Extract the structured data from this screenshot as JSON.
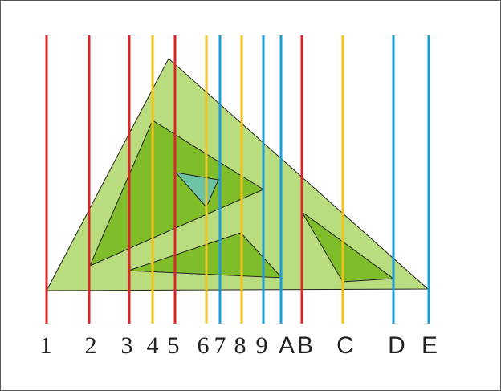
{
  "colors": {
    "outer_fill": "#b8dc7e",
    "inner_fill": "#7fbd2a",
    "center_fill": "#6cc4a4",
    "stroke": "#222222",
    "line_red": "#d9262b",
    "line_yellow": "#f2c21a",
    "line_blue": "#1e9ad6"
  },
  "lines": [
    {
      "label": "1",
      "color": "red",
      "font": "serif"
    },
    {
      "label": "2",
      "color": "red",
      "font": "serif"
    },
    {
      "label": "3",
      "color": "red",
      "font": "serif"
    },
    {
      "label": "4",
      "color": "yellow",
      "font": "serif"
    },
    {
      "label": "5",
      "color": "red",
      "font": "serif"
    },
    {
      "label": "6",
      "color": "yellow",
      "font": "serif"
    },
    {
      "label": "7",
      "color": "blue",
      "font": "serif"
    },
    {
      "label": "8",
      "color": "yellow",
      "font": "serif"
    },
    {
      "label": "9",
      "color": "blue",
      "font": "serif"
    },
    {
      "label": "A",
      "color": "blue",
      "font": "sans"
    },
    {
      "label": "B",
      "color": "red",
      "font": "sans"
    },
    {
      "label": "C",
      "color": "yellow",
      "font": "sans"
    },
    {
      "label": "D",
      "color": "blue",
      "font": "sans"
    },
    {
      "label": "E",
      "color": "blue",
      "font": "sans"
    }
  ]
}
